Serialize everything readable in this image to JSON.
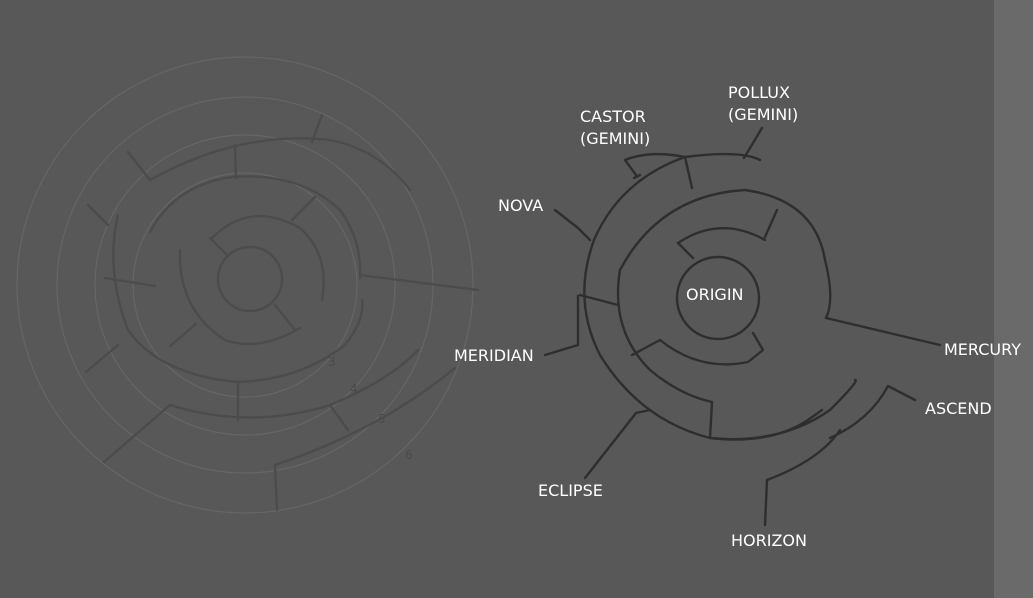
{
  "colors": {
    "background": "#585858",
    "right_strip": "#6a6a6a",
    "label_text": "#ffffff",
    "ink": "#2e2e2e"
  },
  "left_sketch": {
    "ring_numbers": [
      "3",
      "4",
      "5",
      "6"
    ]
  },
  "right_diagram": {
    "center_label": "ORIGIN",
    "labels": {
      "castor_line1": "CASTOR",
      "castor_line2": "(GEMINI)",
      "pollux_line1": "POLLUX",
      "pollux_line2": "(GEMINI)",
      "nova": "NOVA",
      "meridian": "MERIDIAN",
      "mercury": "MERCURY",
      "ascend": "ASCEND",
      "eclipse": "ECLIPSE",
      "horizon": "HORIZON"
    }
  }
}
